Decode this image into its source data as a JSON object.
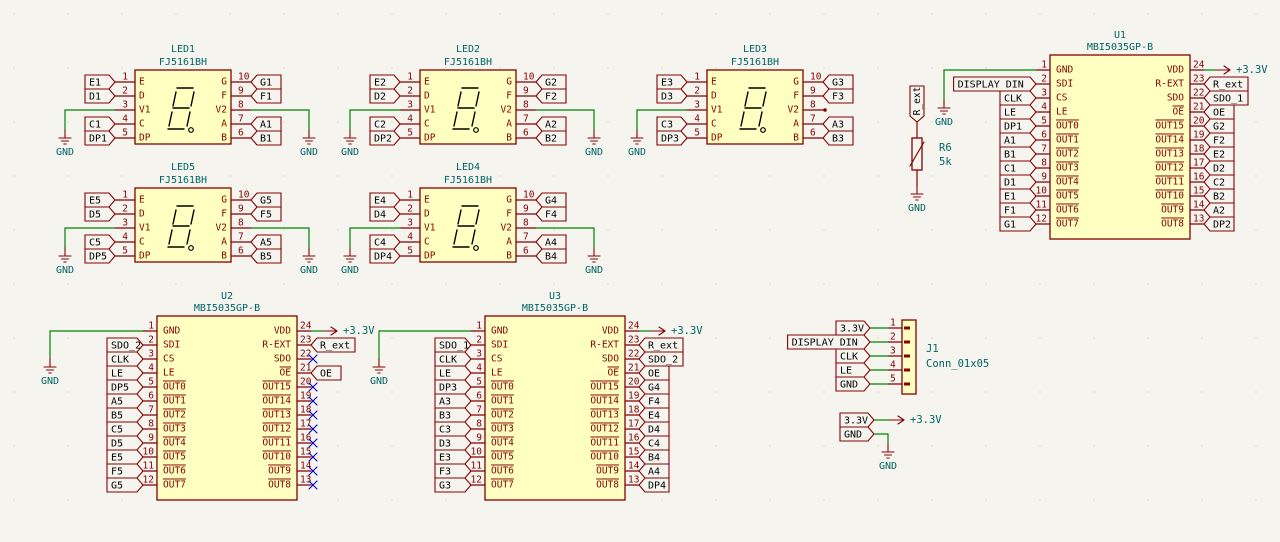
{
  "led_symbols": [
    {
      "ref": "LED1",
      "value": "FJ5161BH",
      "left": [
        {
          "pin": "1",
          "name": "E",
          "net": "E1"
        },
        {
          "pin": "2",
          "name": "D",
          "net": "D1"
        },
        {
          "pin": "3",
          "name": "V1",
          "net": ""
        },
        {
          "pin": "4",
          "name": "C",
          "net": "C1"
        },
        {
          "pin": "5",
          "name": "DP",
          "net": "DP1"
        }
      ],
      "right": [
        {
          "pin": "10",
          "name": "G",
          "net": "G1"
        },
        {
          "pin": "9",
          "name": "F",
          "net": "F1"
        },
        {
          "pin": "8",
          "name": "V2",
          "net": ""
        },
        {
          "pin": "7",
          "name": "A",
          "net": "A1"
        },
        {
          "pin": "6",
          "name": "B",
          "net": "B1"
        }
      ]
    },
    {
      "ref": "LED2",
      "value": "FJ5161BH",
      "left": [
        {
          "pin": "1",
          "name": "E",
          "net": "E2"
        },
        {
          "pin": "2",
          "name": "D",
          "net": "D2"
        },
        {
          "pin": "3",
          "name": "V1",
          "net": ""
        },
        {
          "pin": "4",
          "name": "C",
          "net": "C2"
        },
        {
          "pin": "5",
          "name": "DP",
          "net": "DP2"
        }
      ],
      "right": [
        {
          "pin": "10",
          "name": "G",
          "net": "G2"
        },
        {
          "pin": "9",
          "name": "F",
          "net": "F2"
        },
        {
          "pin": "8",
          "name": "V2",
          "net": ""
        },
        {
          "pin": "7",
          "name": "A",
          "net": "A2"
        },
        {
          "pin": "6",
          "name": "B",
          "net": "B2"
        }
      ]
    },
    {
      "ref": "LED3",
      "value": "FJ5161BH",
      "left": [
        {
          "pin": "1",
          "name": "E",
          "net": "E3"
        },
        {
          "pin": "2",
          "name": "D",
          "net": "D3"
        },
        {
          "pin": "3",
          "name": "V1",
          "net": ""
        },
        {
          "pin": "4",
          "name": "C",
          "net": "C3"
        },
        {
          "pin": "5",
          "name": "DP",
          "net": "DP3"
        }
      ],
      "right": [
        {
          "pin": "10",
          "name": "G",
          "net": "G3"
        },
        {
          "pin": "9",
          "name": "F",
          "net": "F3"
        },
        {
          "pin": "8",
          "name": "V2",
          "net": ""
        },
        {
          "pin": "7",
          "name": "A",
          "net": "A3"
        },
        {
          "pin": "6",
          "name": "B",
          "net": "B3"
        }
      ]
    },
    {
      "ref": "LED5",
      "value": "FJ5161BH",
      "left": [
        {
          "pin": "1",
          "name": "E",
          "net": "E5"
        },
        {
          "pin": "2",
          "name": "D",
          "net": "D5"
        },
        {
          "pin": "3",
          "name": "V1",
          "net": ""
        },
        {
          "pin": "4",
          "name": "C",
          "net": "C5"
        },
        {
          "pin": "5",
          "name": "DP",
          "net": "DP5"
        }
      ],
      "right": [
        {
          "pin": "10",
          "name": "G",
          "net": "G5"
        },
        {
          "pin": "9",
          "name": "F",
          "net": "F5"
        },
        {
          "pin": "8",
          "name": "V2",
          "net": ""
        },
        {
          "pin": "7",
          "name": "A",
          "net": "A5"
        },
        {
          "pin": "6",
          "name": "B",
          "net": "B5"
        }
      ]
    },
    {
      "ref": "LED4",
      "value": "FJ5161BH",
      "left": [
        {
          "pin": "1",
          "name": "E",
          "net": "E4"
        },
        {
          "pin": "2",
          "name": "D",
          "net": "D4"
        },
        {
          "pin": "3",
          "name": "V1",
          "net": ""
        },
        {
          "pin": "4",
          "name": "C",
          "net": "C4"
        },
        {
          "pin": "5",
          "name": "DP",
          "net": "DP4"
        }
      ],
      "right": [
        {
          "pin": "10",
          "name": "G",
          "net": "G4"
        },
        {
          "pin": "9",
          "name": "F",
          "net": "F4"
        },
        {
          "pin": "8",
          "name": "V2",
          "net": ""
        },
        {
          "pin": "7",
          "name": "A",
          "net": "A4"
        },
        {
          "pin": "6",
          "name": "B",
          "net": "B4"
        }
      ]
    }
  ],
  "driver_symbols": [
    {
      "ref": "U1",
      "value": "MBI5035GP-B",
      "left": [
        {
          "pin": "1",
          "name": "GND",
          "net": "",
          "overbar": false
        },
        {
          "pin": "2",
          "name": "SDI",
          "net": "DISPLAY DIN",
          "overbar": false
        },
        {
          "pin": "3",
          "name": "CS",
          "net": "CLK",
          "overbar": false
        },
        {
          "pin": "4",
          "name": "LE",
          "net": "LE",
          "overbar": false
        },
        {
          "pin": "5",
          "name": "OUT0",
          "net": "DP1",
          "overbar": true
        },
        {
          "pin": "6",
          "name": "OUT1",
          "net": "A1",
          "overbar": true
        },
        {
          "pin": "7",
          "name": "OUT2",
          "net": "B1",
          "overbar": true
        },
        {
          "pin": "8",
          "name": "OUT3",
          "net": "C1",
          "overbar": true
        },
        {
          "pin": "9",
          "name": "OUT4",
          "net": "D1",
          "overbar": true
        },
        {
          "pin": "10",
          "name": "OUT5",
          "net": "E1",
          "overbar": true
        },
        {
          "pin": "11",
          "name": "OUT6",
          "net": "F1",
          "overbar": true
        },
        {
          "pin": "12",
          "name": "OUT7",
          "net": "G1",
          "overbar": true
        }
      ],
      "right": [
        {
          "pin": "24",
          "name": "VDD",
          "net": "",
          "overbar": false
        },
        {
          "pin": "23",
          "name": "R-EXT",
          "net": "R_ext",
          "overbar": false
        },
        {
          "pin": "22",
          "name": "SDO",
          "net": "SDO_1",
          "overbar": false
        },
        {
          "pin": "21",
          "name": "OE",
          "net": "OE",
          "overbar": true
        },
        {
          "pin": "20",
          "name": "OUT15",
          "net": "G2",
          "overbar": true
        },
        {
          "pin": "19",
          "name": "OUT14",
          "net": "F2",
          "overbar": true
        },
        {
          "pin": "18",
          "name": "OUT13",
          "net": "E2",
          "overbar": true
        },
        {
          "pin": "17",
          "name": "OUT12",
          "net": "D2",
          "overbar": true
        },
        {
          "pin": "16",
          "name": "OUT11",
          "net": "C2",
          "overbar": true
        },
        {
          "pin": "15",
          "name": "OUT10",
          "net": "B2",
          "overbar": true
        },
        {
          "pin": "14",
          "name": "OUT9",
          "net": "A2",
          "overbar": true
        },
        {
          "pin": "13",
          "name": "OUT8",
          "net": "DP2",
          "overbar": true
        }
      ]
    },
    {
      "ref": "U2",
      "value": "MBI5035GP-B",
      "left": [
        {
          "pin": "1",
          "name": "GND",
          "net": "",
          "overbar": false
        },
        {
          "pin": "2",
          "name": "SDI",
          "net": "SDO_2",
          "overbar": false
        },
        {
          "pin": "3",
          "name": "CS",
          "net": "CLK",
          "overbar": false
        },
        {
          "pin": "4",
          "name": "LE",
          "net": "LE",
          "overbar": false
        },
        {
          "pin": "5",
          "name": "OUT0",
          "net": "DP5",
          "overbar": true
        },
        {
          "pin": "6",
          "name": "OUT1",
          "net": "A5",
          "overbar": true
        },
        {
          "pin": "7",
          "name": "OUT2",
          "net": "B5",
          "overbar": true
        },
        {
          "pin": "8",
          "name": "OUT3",
          "net": "C5",
          "overbar": true
        },
        {
          "pin": "9",
          "name": "OUT4",
          "net": "D5",
          "overbar": true
        },
        {
          "pin": "10",
          "name": "OUT5",
          "net": "E5",
          "overbar": true
        },
        {
          "pin": "11",
          "name": "OUT6",
          "net": "F5",
          "overbar": true
        },
        {
          "pin": "12",
          "name": "OUT7",
          "net": "G5",
          "overbar": true
        }
      ],
      "right": [
        {
          "pin": "24",
          "name": "VDD",
          "net": "",
          "overbar": false
        },
        {
          "pin": "23",
          "name": "R-EXT",
          "net": "R_ext",
          "overbar": false
        },
        {
          "pin": "22",
          "name": "SDO",
          "net": "",
          "overbar": false
        },
        {
          "pin": "21",
          "name": "OE",
          "net": "OE",
          "overbar": true
        },
        {
          "pin": "20",
          "name": "OUT15",
          "net": "",
          "overbar": true
        },
        {
          "pin": "19",
          "name": "OUT14",
          "net": "",
          "overbar": true
        },
        {
          "pin": "18",
          "name": "OUT13",
          "net": "",
          "overbar": true
        },
        {
          "pin": "17",
          "name": "OUT12",
          "net": "",
          "overbar": true
        },
        {
          "pin": "16",
          "name": "OUT11",
          "net": "",
          "overbar": true
        },
        {
          "pin": "15",
          "name": "OUT10",
          "net": "",
          "overbar": true
        },
        {
          "pin": "14",
          "name": "OUT9",
          "net": "",
          "overbar": true
        },
        {
          "pin": "13",
          "name": "OUT8",
          "net": "",
          "overbar": true
        }
      ]
    },
    {
      "ref": "U3",
      "value": "MBI5035GP-B",
      "left": [
        {
          "pin": "1",
          "name": "GND",
          "net": "",
          "overbar": false
        },
        {
          "pin": "2",
          "name": "SDI",
          "net": "SDO_1",
          "overbar": false
        },
        {
          "pin": "3",
          "name": "CS",
          "net": "CLK",
          "overbar": false
        },
        {
          "pin": "4",
          "name": "LE",
          "net": "LE",
          "overbar": false
        },
        {
          "pin": "5",
          "name": "OUT0",
          "net": "DP3",
          "overbar": true
        },
        {
          "pin": "6",
          "name": "OUT1",
          "net": "A3",
          "overbar": true
        },
        {
          "pin": "7",
          "name": "OUT2",
          "net": "B3",
          "overbar": true
        },
        {
          "pin": "8",
          "name": "OUT3",
          "net": "C3",
          "overbar": true
        },
        {
          "pin": "9",
          "name": "OUT4",
          "net": "D3",
          "overbar": true
        },
        {
          "pin": "10",
          "name": "OUT5",
          "net": "E3",
          "overbar": true
        },
        {
          "pin": "11",
          "name": "OUT6",
          "net": "F3",
          "overbar": true
        },
        {
          "pin": "12",
          "name": "OUT7",
          "net": "G3",
          "overbar": true
        }
      ],
      "right": [
        {
          "pin": "24",
          "name": "VDD",
          "net": "",
          "overbar": false
        },
        {
          "pin": "23",
          "name": "R-EXT",
          "net": "R_ext",
          "overbar": false
        },
        {
          "pin": "22",
          "name": "SDO",
          "net": "SDO_2",
          "overbar": false
        },
        {
          "pin": "21",
          "name": "OE",
          "net": "OE",
          "overbar": true
        },
        {
          "pin": "20",
          "name": "OUT15",
          "net": "G4",
          "overbar": true
        },
        {
          "pin": "19",
          "name": "OUT14",
          "net": "F4",
          "overbar": true
        },
        {
          "pin": "18",
          "name": "OUT13",
          "net": "E4",
          "overbar": true
        },
        {
          "pin": "17",
          "name": "OUT12",
          "net": "D4",
          "overbar": true
        },
        {
          "pin": "16",
          "name": "OUT11",
          "net": "C4",
          "overbar": true
        },
        {
          "pin": "15",
          "name": "OUT10",
          "net": "B4",
          "overbar": true
        },
        {
          "pin": "14",
          "name": "OUT9",
          "net": "A4",
          "overbar": true
        },
        {
          "pin": "13",
          "name": "OUT8",
          "net": "DP4",
          "overbar": true
        }
      ]
    }
  ],
  "resistor": {
    "ref": "R6",
    "value": "5k",
    "net": "R_ext"
  },
  "connector": {
    "ref": "J1",
    "value": "Conn_01x05",
    "pins": [
      {
        "pin": "1",
        "net": "3.3V"
      },
      {
        "pin": "2",
        "net": "DISPLAY DIN"
      },
      {
        "pin": "3",
        "net": "CLK"
      },
      {
        "pin": "4",
        "net": "LE"
      },
      {
        "pin": "5",
        "net": "GND"
      }
    ]
  },
  "power": {
    "gnd": "GND",
    "vcc": "+3.3V"
  },
  "power_link": {
    "vcc_label": "3.3V",
    "gnd_label": "GND"
  },
  "colors": {
    "background": "#f5f4ef",
    "symbol_outline": "#840000",
    "symbol_fill": "#ffffc2",
    "wire": "#008400",
    "pin_text": "#840000",
    "field_text": "#006464",
    "power_text": "#006464",
    "no_connect": "#0000c8"
  }
}
